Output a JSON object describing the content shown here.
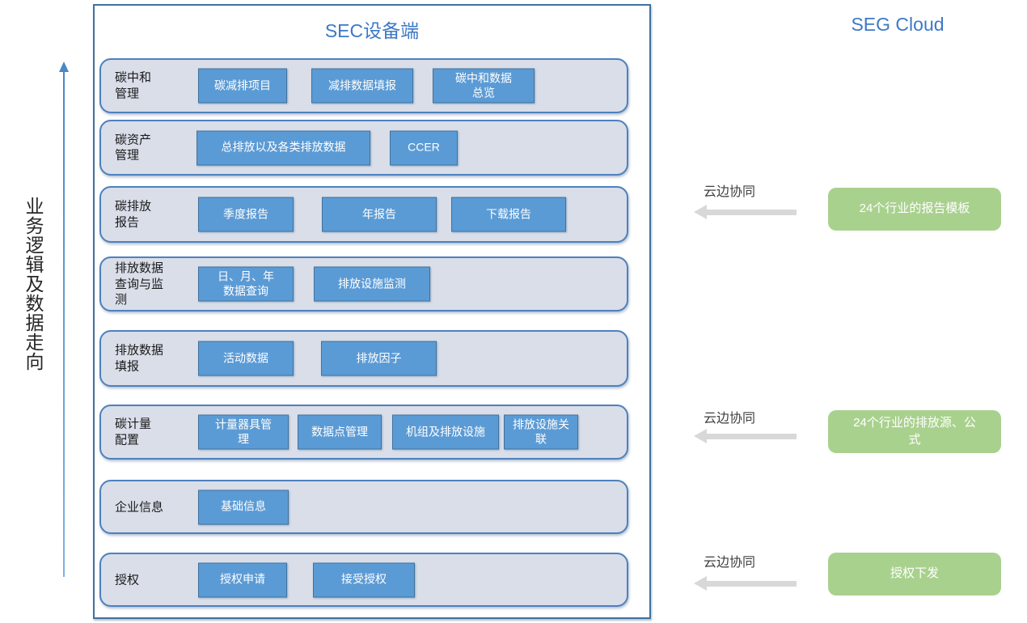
{
  "left_axis": {
    "label": "业务逻辑及数据走向"
  },
  "sec_panel": {
    "title": "SEC设备端",
    "rows": [
      {
        "label": "碳中和\n管理",
        "buttons": [
          "碳减排项目",
          "减排数据填报",
          "碳中和数据\n总览"
        ]
      },
      {
        "label": "碳资产\n管理",
        "buttons": [
          "总排放以及各类排放数据",
          "CCER"
        ]
      },
      {
        "label": "碳排放\n报告",
        "buttons": [
          "季度报告",
          "年报告",
          "下载报告"
        ]
      },
      {
        "label": "排放数据\n查询与监\n测",
        "buttons": [
          "日、月、年\n数据查询",
          "排放设施监测"
        ]
      },
      {
        "label": "排放数据\n填报",
        "buttons": [
          "活动数据",
          "排放因子"
        ]
      },
      {
        "label": "碳计量\n配置",
        "buttons": [
          "计量器具管\n理",
          "数据点管理",
          "机组及排放设施",
          "排放设施关\n联"
        ]
      },
      {
        "label": "企业信息",
        "buttons": [
          "基础信息"
        ]
      },
      {
        "label": "授权",
        "buttons": [
          "授权申请",
          "接受授权"
        ]
      }
    ]
  },
  "seg_cloud": {
    "title": "SEG Cloud",
    "links": [
      {
        "arrow_label": "云边协同",
        "box": "24个行业的报告模板"
      },
      {
        "arrow_label": "云边协同",
        "box": "24个行业的排放源、公\n式"
      },
      {
        "arrow_label": "云边协同",
        "box": "授权下发"
      }
    ]
  },
  "colors": {
    "button_blue": "#5B9BD5",
    "button_border": "#41719C",
    "row_fill": "#D9DEE9",
    "row_border": "#4E81BD",
    "panel_border": "#41719C",
    "title_blue": "#3D79C6",
    "cloud_green": "#A9D18E",
    "arrow_gray": "#D8D8D8",
    "flow_arrow_blue": "#4A87C6"
  }
}
